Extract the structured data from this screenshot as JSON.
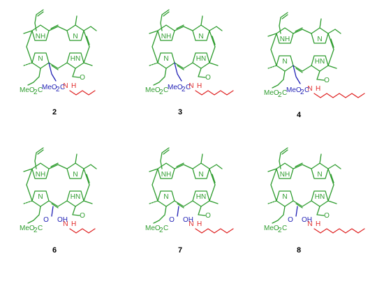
{
  "colors": {
    "core": "#2e9c2e",
    "acid_group": "#1f1fb4",
    "amide_chain": "#e02828",
    "label": "#000000"
  },
  "labels": {
    "nh": "NH",
    "hn": "HN",
    "n": "N",
    "o": "O",
    "h": "H",
    "meo2c": "MeO",
    "co2me_tail": "CO",
    "sub2": "2",
    "c_letter": "C",
    "oh": "OH"
  },
  "compounds": [
    {
      "number": "2",
      "side": "ester",
      "chain_segments": 4
    },
    {
      "number": "3",
      "side": "ester",
      "chain_segments": 6
    },
    {
      "number": "4",
      "side": "ester",
      "chain_segments": 8
    },
    {
      "number": "6",
      "side": "acid",
      "chain_segments": 4
    },
    {
      "number": "7",
      "side": "acid",
      "chain_segments": 6
    },
    {
      "number": "8",
      "side": "acid",
      "chain_segments": 8
    }
  ]
}
